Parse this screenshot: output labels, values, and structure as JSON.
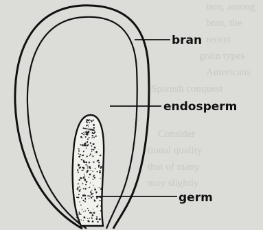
{
  "diagram": {
    "labels": {
      "bran": "bran",
      "endosperm": "endosperm",
      "germ": "germ"
    },
    "colors": {
      "background": "#dcdcd8",
      "ink": "#111111",
      "faded_text": "#c9c9c4"
    }
  }
}
